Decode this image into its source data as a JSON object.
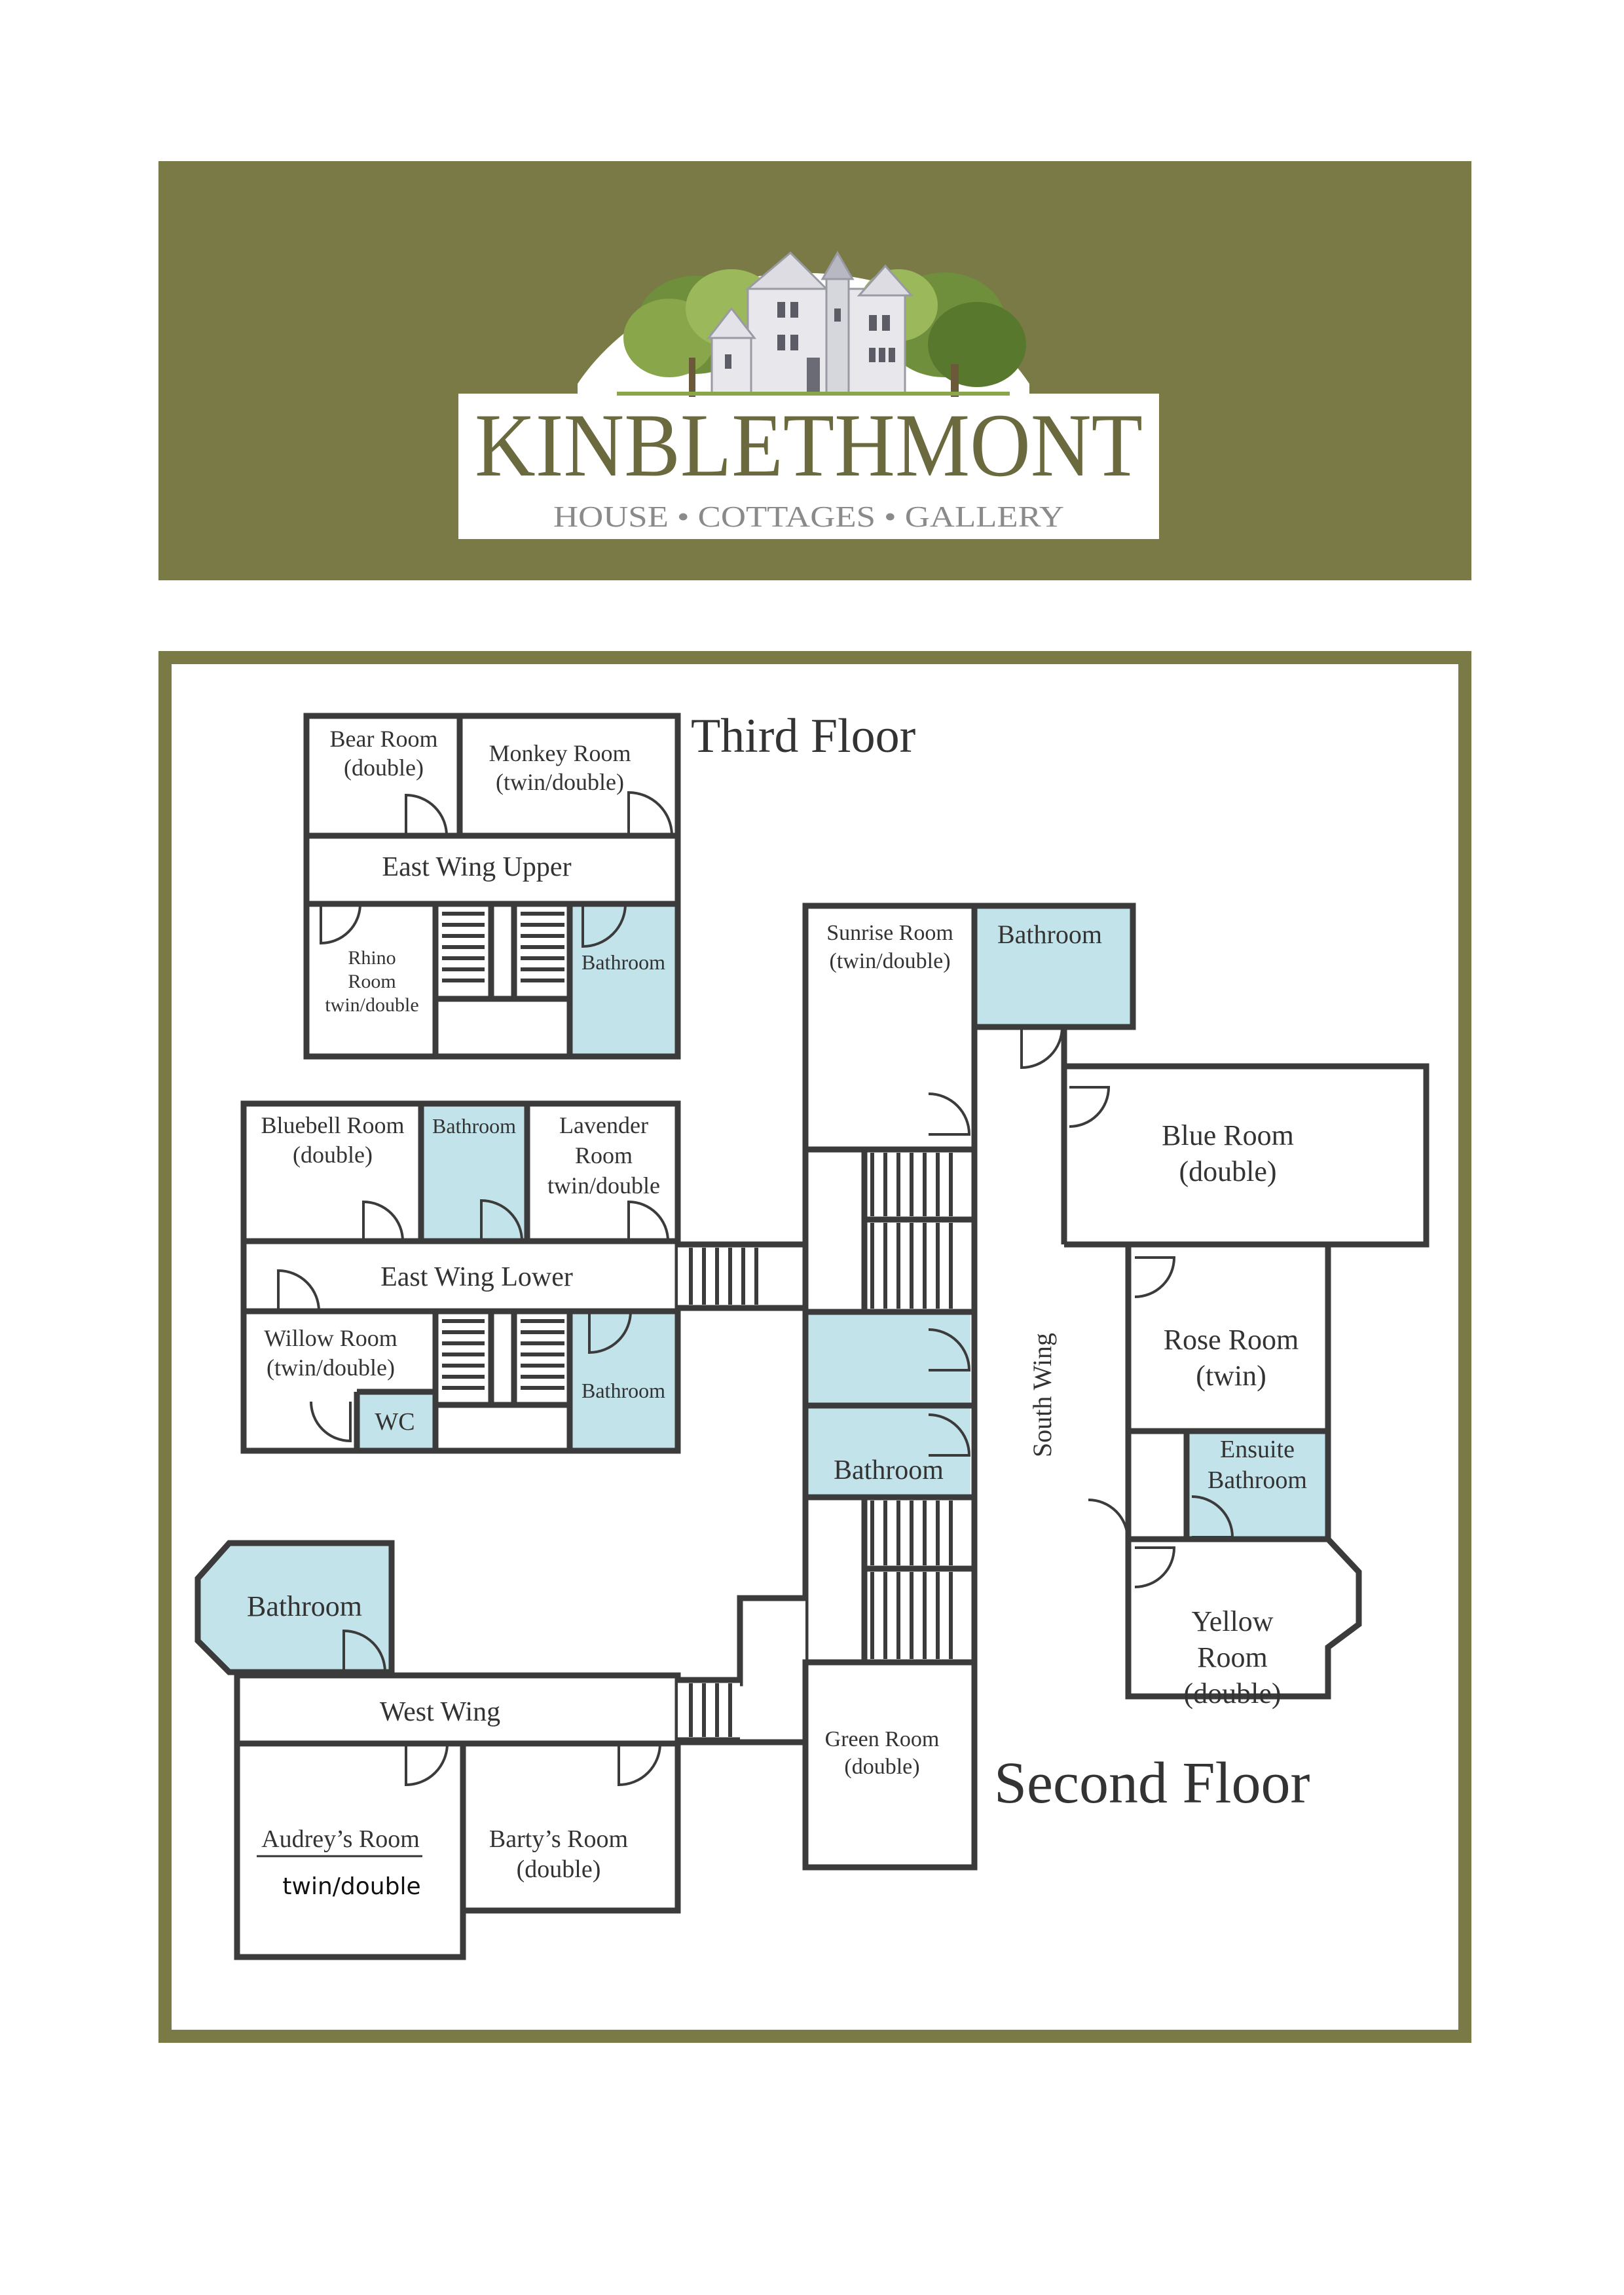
{
  "logo": {
    "name": "KINBLETHMONT",
    "tagline": "HOUSE  •  COTTAGES  •  GALLERY"
  },
  "floors": {
    "third": "Third Floor",
    "second": "Second Floor"
  },
  "rooms": {
    "bear": {
      "name": "Bear Room",
      "type": "(double)"
    },
    "monkey": {
      "name": "Monkey Room",
      "type": "(twin/double)"
    },
    "east_wing_upper": "East Wing Upper",
    "rhino": {
      "line1": "Rhino",
      "line2": "Room",
      "line3": "twin/double"
    },
    "bathroom_upper": "Bathroom",
    "sunrise": {
      "name": "Sunrise Room",
      "type": "(twin/double)"
    },
    "bathroom_sunrise": "Bathroom",
    "blue": {
      "name": "Blue Room",
      "type": "(double)"
    },
    "bluebell": {
      "name": "Bluebell Room",
      "type": "(double)"
    },
    "bathroom_bluebell": "Bathroom",
    "lavender": {
      "line1": "Lavender",
      "line2": "Room",
      "line3": "twin/double"
    },
    "east_wing_lower": "East Wing Lower",
    "willow": {
      "name": "Willow Room",
      "type": "(twin/double)"
    },
    "wc": "WC",
    "bathroom_lower": "Bathroom",
    "south_wing": "South Wing",
    "rose": {
      "name": "Rose Room",
      "type": "(twin)"
    },
    "bathroom_south": "Bathroom",
    "ensuite": {
      "line1": "Ensuite",
      "line2": "Bathroom"
    },
    "yellow": {
      "line1": "Yellow",
      "line2": "Room",
      "line3": "(double)"
    },
    "bathroom_west": "Bathroom",
    "west_wing": "West Wing",
    "green": {
      "name": "Green Room",
      "type": "(double)"
    },
    "audrey": {
      "name": "Audrey’s Room",
      "type": "twin/double"
    },
    "barty": {
      "name": "Barty’s Room",
      "type": "(double)"
    }
  },
  "colors": {
    "frame_olive": "#7a7a47",
    "bathroom_blue": "#c3e3ea",
    "wall": "#3b3b3b"
  }
}
